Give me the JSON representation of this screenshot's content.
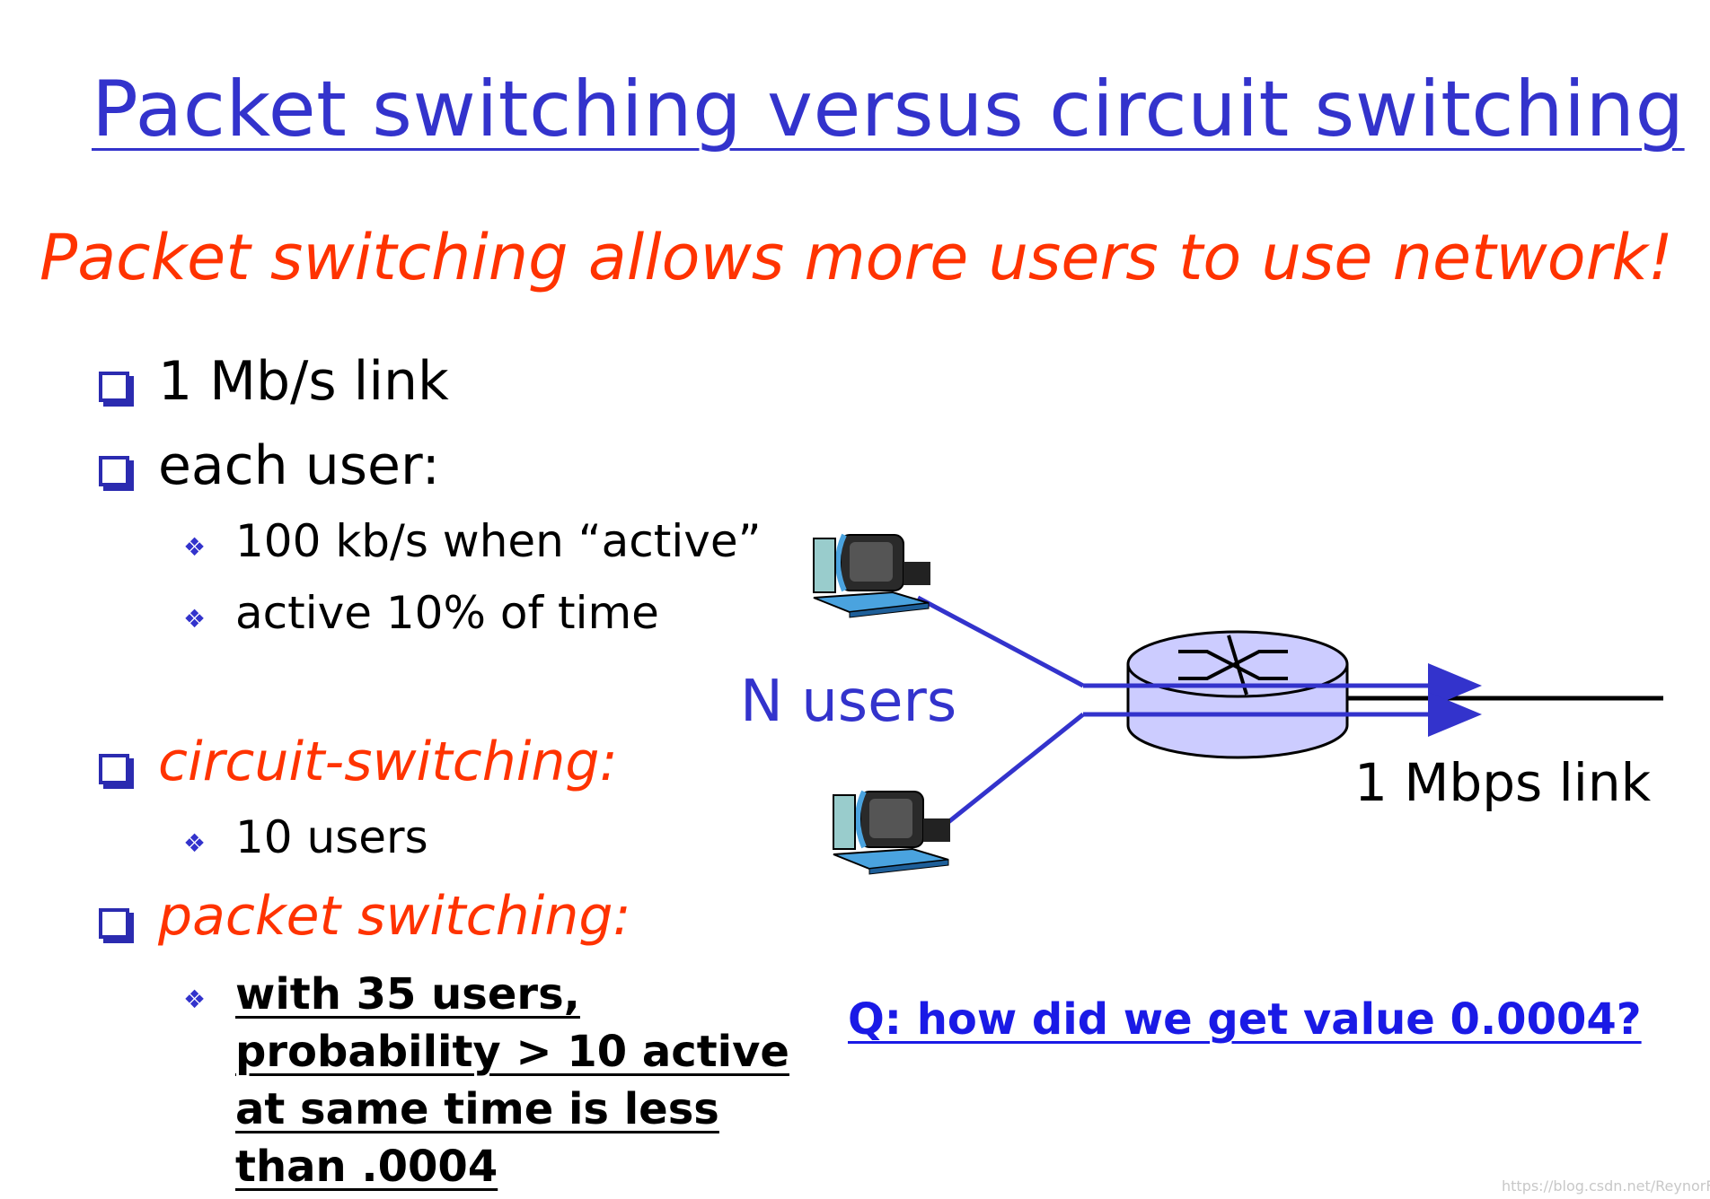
{
  "slide": {
    "title": "Packet switching versus circuit switching",
    "subtitle": "Packet switching allows more users to use network!"
  },
  "bullets": {
    "link": "1 Mb/s link",
    "each_user": "each user:",
    "each_user_sub": [
      "100 kb/s when “active”",
      "active 10% of time"
    ],
    "circuit": "circuit-switching:",
    "circuit_sub": "10 users",
    "packet": "packet switching:",
    "packet_sub": [
      "with 35 users,",
      "probability > 10 active",
      "at same time is less",
      "than .0004"
    ]
  },
  "diagram": {
    "users_label": "N users",
    "link_label": "1 Mbps link",
    "icons": [
      "computer-icon",
      "computer-icon",
      "router-icon"
    ],
    "colors": {
      "line": "#3333cc",
      "router_fill": "#ccccff",
      "router_stroke": "#000000"
    }
  },
  "question": "Q: how did we get value 0.0004?",
  "watermark": "https://blog.csdn.net/ReynorFTD"
}
